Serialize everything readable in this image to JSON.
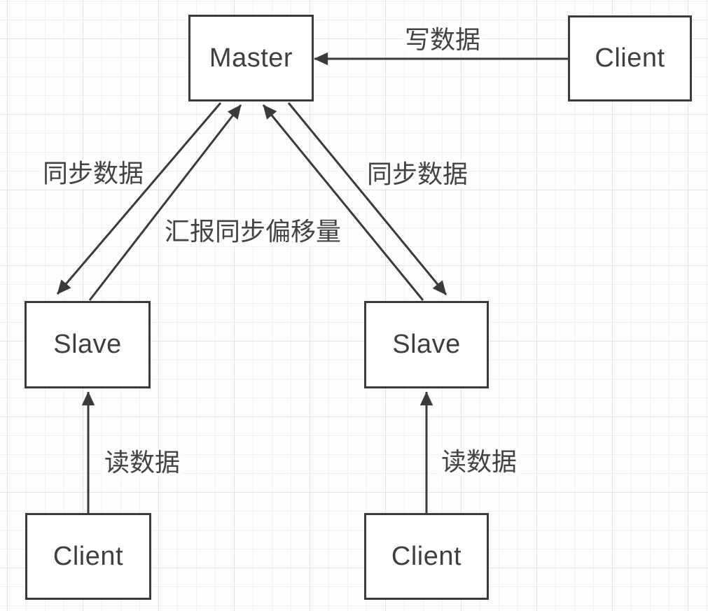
{
  "diagram": {
    "description": "Master-slave replication architecture diagram on grid canvas",
    "colors": {
      "stroke": "#3a3a3a",
      "text": "#424242",
      "node_fill": "#ffffff",
      "background": "#fdfdfd",
      "grid_minor": "#f0f0f2",
      "grid_major": "#e3e3e7"
    },
    "nodes": [
      {
        "id": "master",
        "label": "Master"
      },
      {
        "id": "client-top-right",
        "label": "Client"
      },
      {
        "id": "slave-left",
        "label": "Slave"
      },
      {
        "id": "slave-right",
        "label": "Slave"
      },
      {
        "id": "client-bottom-left",
        "label": "Client"
      },
      {
        "id": "client-bottom-right",
        "label": "Client"
      }
    ],
    "edges": [
      {
        "id": "write-data",
        "from": "client-top-right",
        "to": "master",
        "label": "写数据"
      },
      {
        "id": "sync-data-left",
        "from": "master",
        "to": "slave-left",
        "label": "同步数据"
      },
      {
        "id": "report-sync-offset-left",
        "from": "slave-left",
        "to": "master",
        "label": "汇报同步偏移量"
      },
      {
        "id": "sync-data-right",
        "from": "master",
        "to": "slave-right",
        "label": "同步数据"
      },
      {
        "id": "report-sync-offset-right",
        "from": "slave-right",
        "to": "master",
        "label": ""
      },
      {
        "id": "read-data-left",
        "from": "client-bottom-left",
        "to": "slave-left",
        "label": "读数据"
      },
      {
        "id": "read-data-right",
        "from": "client-bottom-right",
        "to": "slave-right",
        "label": "读数据"
      }
    ]
  }
}
